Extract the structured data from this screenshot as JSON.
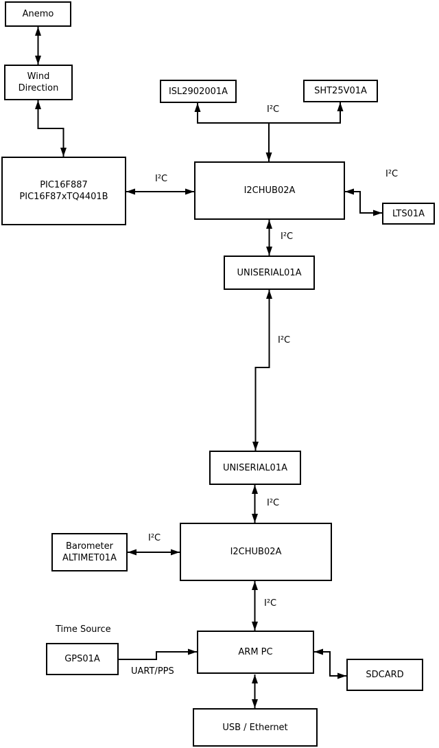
{
  "diagram": {
    "colors": {
      "background": "#ffffff",
      "line": "#000000",
      "text": "#000000"
    },
    "nodes": {
      "anemo": {
        "label": "Anemo"
      },
      "wind_direction": {
        "label": "Wind\nDirection"
      },
      "pic": {
        "label": "PIC16F887\nPIC16F87xTQ4401B"
      },
      "isl": {
        "label": "ISL2902001A"
      },
      "sht": {
        "label": "SHT25V01A"
      },
      "i2chub_top": {
        "label": "I2CHUB02A"
      },
      "lts": {
        "label": "LTS01A"
      },
      "uniserial_top": {
        "label": "UNISERIAL01A"
      },
      "uniserial_bottom": {
        "label": "UNISERIAL01A"
      },
      "barometer": {
        "label": "Barometer\nALTIMET01A"
      },
      "i2chub_bottom": {
        "label": "I2CHUB02A"
      },
      "gps": {
        "label": "GPS01A"
      },
      "arm_pc": {
        "label": "ARM PC"
      },
      "sdcard": {
        "label": "SDCARD"
      },
      "usb_ethernet": {
        "label": "USB / Ethernet"
      }
    },
    "edge_labels": {
      "i2c_isl_sht": "I²C",
      "i2c_pic_hub": "I²C",
      "i2c_hub_lts": "I²C",
      "i2c_hub_uniserial": "I²C",
      "i2c_uniserial_link": "I²C",
      "i2c_uniserial_hub2": "I²C",
      "i2c_barometer": "I²C",
      "i2c_hub2_armpc": "I²C",
      "time_source": "Time Source",
      "uart_pps": "UART/PPS"
    }
  }
}
